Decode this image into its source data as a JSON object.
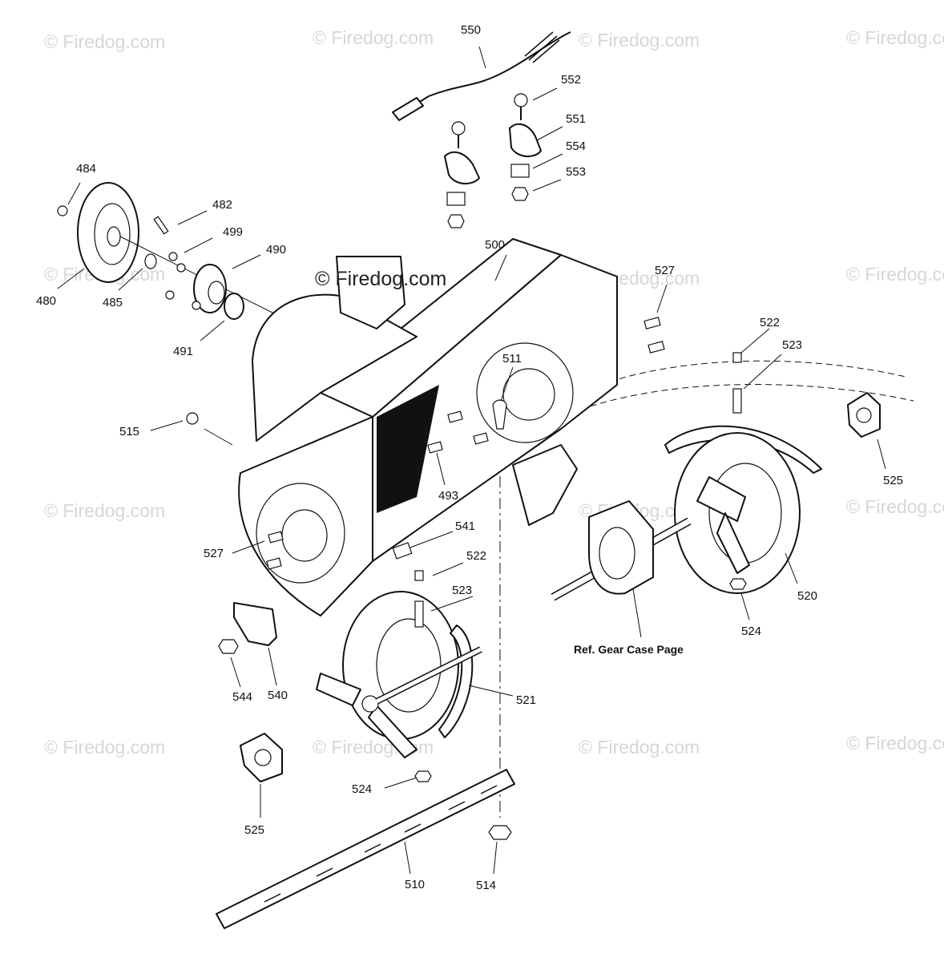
{
  "watermark": "© Firedog.com",
  "watermark_center": "© Firedog.com",
  "reference_note": "Ref. Gear Case Page",
  "callouts": {
    "c550": "550",
    "c552": "552",
    "c551": "551",
    "c554": "554",
    "c553": "553",
    "c484": "484",
    "c482": "482",
    "c499": "499",
    "c490": "490",
    "c480": "480",
    "c485": "485",
    "c491": "491",
    "c500": "500",
    "c527a": "527",
    "c522a": "522",
    "c523a": "523",
    "c511": "511",
    "c515": "515",
    "c493": "493",
    "c525a": "525",
    "c541": "541",
    "c527b": "527",
    "c522b": "522",
    "c523b": "523",
    "c520": "520",
    "c524a": "524",
    "c544": "544",
    "c540": "540",
    "c521": "521",
    "c524b": "524",
    "c525b": "525",
    "c510": "510",
    "c514": "514"
  }
}
